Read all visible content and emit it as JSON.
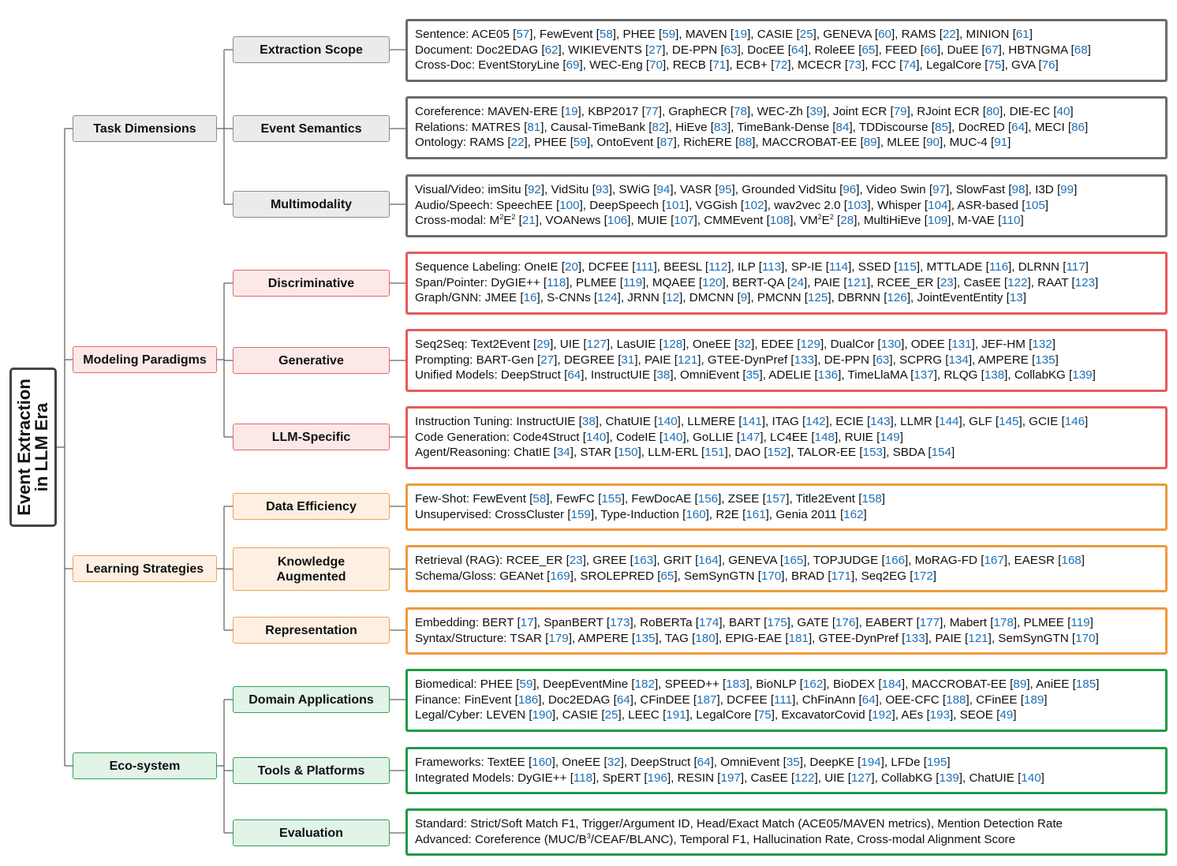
{
  "root": {
    "line1": "Event Extraction",
    "line2": "in LLM Era"
  },
  "colors": {
    "gray": {
      "fill": "#ebebeb",
      "border": "#8c8c8c",
      "leaf_border": "#6b6b6b"
    },
    "red": {
      "fill": "#fde8e8",
      "border": "#e06a6a",
      "leaf_border": "#e45b5b"
    },
    "orange": {
      "fill": "#fdf0e2",
      "border": "#efa350",
      "leaf_border": "#ee9a3c"
    },
    "green": {
      "fill": "#e2f3e7",
      "border": "#2ea355",
      "leaf_border": "#1f9a46"
    },
    "ref": "#1f6fb4",
    "connector": "#666666"
  },
  "categories": [
    {
      "label": "Task Dimensions",
      "color": "gray",
      "subs": [
        {
          "label": "Extraction Scope",
          "lines": [
            "Sentence: ACE05 [57], FewEvent [58], PHEE [59], MAVEN [19], CASIE [25], GENEVA [60], RAMS [22], MINION [61]",
            "Document: Doc2EDAG [62], WIKIEVENTS [27], DE-PPN [63], DocEE [64], RoleEE [65], FEED [66], DuEE [67], HBTNGMA [68]",
            "Cross-Doc: EventStoryLine [69], WEC-Eng [70], RECB [71], ECB+ [72], MCECR [73], FCC [74], LegalCore [75], GVA [76]"
          ]
        },
        {
          "label": "Event Semantics",
          "lines": [
            "Coreference: MAVEN-ERE [19], KBP2017 [77], GraphECR [78], WEC-Zh [39], Joint ECR [79], RJoint ECR [80], DIE-EC [40]",
            "Relations: MATRES [81], Causal-TimeBank [82], HiEve [83], TimeBank-Dense [84], TDDiscourse [85], DocRED [64], MECI [86]",
            "Ontology: RAMS [22], PHEE [59], OntoEvent [87], RichERE [88], MACCROBAT-EE [89], MLEE [90], MUC-4 [91]"
          ]
        },
        {
          "label": "Multimodality",
          "lines": [
            "Visual/Video: imSitu [92], VidSitu [93], SWiG [94], VASR [95], Grounded VidSitu [96], Video Swin [97], SlowFast [98], I3D [99]",
            "Audio/Speech: SpeechEE [100], DeepSpeech [101], VGGish [102], wav2vec 2.0 [103], Whisper [104], ASR-based [105]",
            "Cross-modal: M^2E^2 [21], VOANews [106], MUIE [107], CMMEvent [108], VM^2E^2 [28], MultiHiEve [109], M-VAE [110]"
          ]
        }
      ]
    },
    {
      "label": "Modeling Paradigms",
      "color": "red",
      "subs": [
        {
          "label": "Discriminative",
          "lines": [
            "Sequence Labeling: OneIE [20], DCFEE [111], BEESL [112], ILP [113], SP-IE [114], SSED [115], MTTLADE [116], DLRNN [117]",
            "Span/Pointer: DyGIE++ [118], PLMEE [119], MQAEE [120], BERT-QA [24], PAIE [121], RCEE_ER [23], CasEE [122], RAAT [123]",
            "Graph/GNN: JMEE [16], S-CNNs [124], JRNN [12], DMCNN [9], PMCNN [125], DBRNN [126], JointEventEntity [13]"
          ]
        },
        {
          "label": "Generative",
          "lines": [
            "Seq2Seq: Text2Event [29], UIE [127], LasUIE [128], OneEE [32], EDEE [129], DualCor [130], ODEE [131], JEF-HM [132]",
            "Prompting: BART-Gen [27], DEGREE [31], PAIE [121], GTEE-DynPref [133], DE-PPN [63], SCPRG [134], AMPERE [135]",
            "Unified Models: DeepStruct [64], InstructUIE [38], OmniEvent [35], ADELIE [136], TimeLlaMA [137], RLQG [138], CollabKG [139]"
          ]
        },
        {
          "label": "LLM-Specific",
          "lines": [
            "Instruction Tuning: InstructUIE [38], ChatUIE [140], LLMERE [141], ITAG [142], ECIE [143], LLMR [144], GLF [145], GCIE [146]",
            "Code Generation: Code4Struct [140], CodeIE [140], GoLLIE [147], LC4EE [148], RUIE [149]",
            "Agent/Reasoning: ChatIE [34], STAR [150], LLM-ERL [151], DAO [152], TALOR-EE [153], SBDA [154]"
          ]
        }
      ]
    },
    {
      "label": "Learning Strategies",
      "color": "orange",
      "subs": [
        {
          "label": "Data Efficiency",
          "lines": [
            "Few-Shot: FewEvent [58], FewFC [155], FewDocAE [156], ZSEE [157], Title2Event [158]",
            "Unsupervised: CrossCluster [159], Type-Induction [160], R2E [161], Genia 2011 [162]"
          ]
        },
        {
          "label": "Knowledge Augmented",
          "lines": [
            "Retrieval (RAG): RCEE_ER [23], GREE [163], GRIT [164], GENEVA [165], TOPJUDGE [166], MoRAG-FD [167], EAESR [168]",
            "Schema/Gloss: GEANet [169], SROLEPRED [65], SemSynGTN [170], BRAD [171], Seq2EG [172]"
          ]
        },
        {
          "label": "Representation",
          "lines": [
            "Embedding: BERT [17], SpanBERT [173], RoBERTa [174], BART [175], GATE [176], EABERT [177], Mabert [178], PLMEE [119]",
            "Syntax/Structure: TSAR [179], AMPERE [135], TAG [180], EPIG-EAE [181], GTEE-DynPref [133], PAIE [121], SemSynGTN [170]"
          ]
        }
      ]
    },
    {
      "label": "Eco-system",
      "color": "green",
      "subs": [
        {
          "label": "Domain Applications",
          "lines": [
            "Biomedical: PHEE [59], DeepEventMine [182], SPEED++ [183], BioNLP [162], BioDEX [184], MACCROBAT-EE [89], AniEE [185]",
            "Finance: FinEvent [186], Doc2EDAG [64], CFinDEE [187], DCFEE [111], ChFinAnn [64], OEE-CFC [188], CFinEE [189]",
            "Legal/Cyber: LEVEN [190], CASIE [25], LEEC [191], LegalCore [75], ExcavatorCovid [192], AEs [193], SEOE [49]"
          ]
        },
        {
          "label": "Tools & Platforms",
          "lines": [
            "Frameworks: TextEE [160], OneEE [32], DeepStruct [64], OmniEvent [35], DeepKE [194], LFDe [195]",
            "Integrated Models: DyGIE++ [118], SpERT [196], RESIN [197], CasEE [122], UIE [127], CollabKG [139], ChatUIE [140]"
          ]
        },
        {
          "label": "Evaluation",
          "lines": [
            "Standard: Strict/Soft Match F1, Trigger/Argument ID, Head/Exact Match (ACE05/MAVEN metrics), Mention Detection Rate",
            "Advanced: Coreference (MUC/B^3/CEAF/BLANC), Temporal F1, Hallucination Rate, Cross-modal Alignment Score"
          ]
        }
      ]
    }
  ]
}
